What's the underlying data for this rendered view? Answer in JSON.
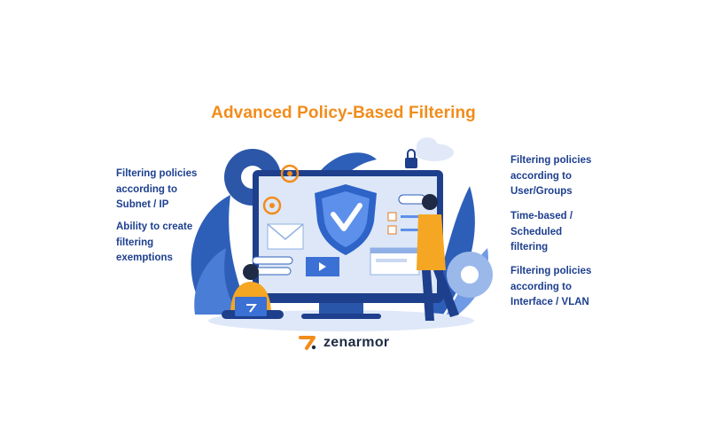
{
  "title": "Advanced Policy-Based Filtering",
  "features": {
    "left": [
      "Filtering policies\naccording to\nSubnet / IP",
      "Ability to create\nfiltering\nexemptions"
    ],
    "right": [
      "Filtering policies\naccording to\nUser/Groups",
      "Time-based /\nScheduled\nfiltering",
      "Filtering policies\naccording to\nInterface / VLAN"
    ]
  },
  "brand": {
    "name": "zenarmor",
    "accent": "#f28c1b",
    "primary": "#1d3f8f"
  },
  "illustration": {
    "icons": [
      "shield-check-icon",
      "padlock-icon",
      "cloud-icon",
      "target-icon",
      "gear-icon",
      "envelope-icon",
      "video-icon",
      "laptop-icon"
    ]
  }
}
